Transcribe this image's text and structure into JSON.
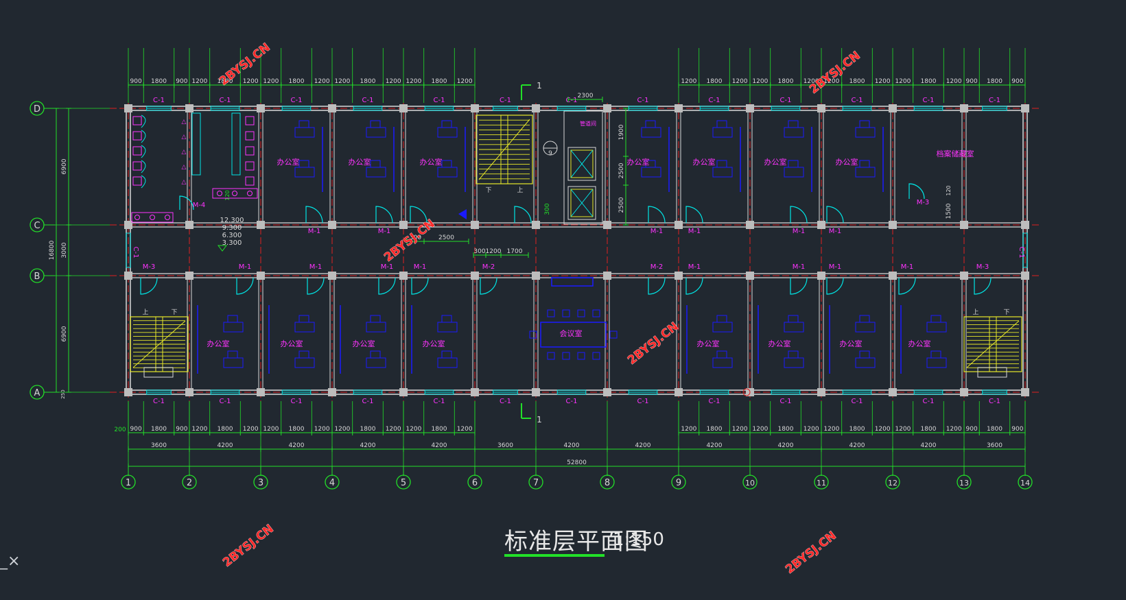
{
  "drawing_title": "标准层平面图",
  "drawing_scale": "1:150",
  "ucs_marker": "_×",
  "watermark_text": "2BYSJ.CN",
  "colors": {
    "background": "#212830",
    "wall": "#d9d9d9",
    "column": "#bdbdbd",
    "axis_line": "#e02020",
    "dimension": "#22e028",
    "room_label": "#ff33ff",
    "window": "#00e5e5",
    "furniture": "#1a1aff",
    "stair": "#e8e829",
    "watermark": "#ff2a2a"
  },
  "axes": {
    "numbered": [
      "1",
      "2",
      "3",
      "4",
      "5",
      "6",
      "7",
      "8",
      "9",
      "10",
      "11",
      "12",
      "13",
      "14"
    ],
    "lettered": [
      "D",
      "C",
      "B",
      "A"
    ]
  },
  "dimensions": {
    "top_fine_left": [
      "900",
      "1800",
      "900",
      "1200",
      "1800",
      "1200",
      "1200",
      "1800",
      "1200",
      "1200",
      "1800",
      "1200",
      "1200",
      "1800",
      "1200"
    ],
    "top_fine_right": [
      "1200",
      "1800",
      "1200",
      "1200",
      "1800",
      "1200",
      "1200",
      "1800",
      "1200",
      "1200",
      "1800",
      "1200",
      "900",
      "1800",
      "900"
    ],
    "top_stair": "2300",
    "bottom_fine_left": [
      "900",
      "1800",
      "900",
      "1200",
      "1800",
      "1200",
      "1200",
      "1800",
      "1200",
      "1200",
      "1800",
      "1200",
      "1200",
      "1800",
      "1200"
    ],
    "bottom_fine_right": [
      "1200",
      "1800",
      "1200",
      "1200",
      "1800",
      "1200",
      "1200",
      "1800",
      "1200",
      "1200",
      "1800",
      "1200",
      "900",
      "1800",
      "900"
    ],
    "bottom_start": "200",
    "bottom_bays": [
      "3600",
      "4200",
      "4200",
      "4200",
      "4200",
      "3600",
      "4200",
      "4200",
      "4200",
      "4200",
      "4200",
      "4200",
      "3600"
    ],
    "bottom_total": "52800",
    "left_bays": [
      "6900",
      "3000",
      "6900"
    ],
    "left_total": "16800",
    "left_small": "250",
    "elevator_dims": [
      "1900",
      "2500",
      "2500"
    ],
    "corridor_dims": [
      "300",
      "2500"
    ],
    "corridor_dims_b": [
      "300",
      "1200",
      "1700"
    ],
    "door_dims": [
      "300",
      "120",
      "1500",
      "120"
    ]
  },
  "level_marks": [
    "12.300",
    "9.300",
    "6.300",
    "3.300"
  ],
  "room_labels": {
    "office": "办公室",
    "meeting": "会议室",
    "archive": "档案储藏室",
    "small_room": "管道间"
  },
  "door_window_tags": {
    "window": "C-1",
    "door_m1": "M-1",
    "door_m2": "M-2",
    "door_m3": "M-3",
    "door_m4": "M-4"
  },
  "stair_labels": {
    "up": "上",
    "down": "下"
  },
  "section_mark": "1",
  "detail_mark": "9"
}
